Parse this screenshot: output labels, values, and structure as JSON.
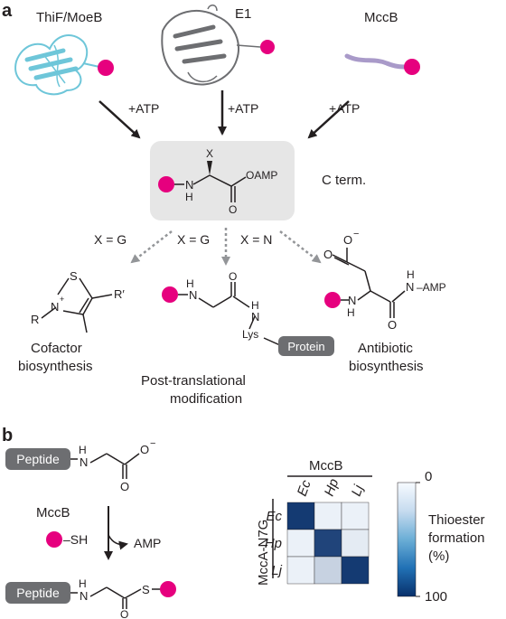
{
  "panel_a": {
    "label": "a",
    "enzyme_left": "ThiF/MoeB",
    "enzyme_center": "E1",
    "enzyme_right": "MccB",
    "atp_left": "+ATP",
    "atp_center": "+ATP",
    "atp_right": "+ATP",
    "intermediate": {
      "x_sub": "X",
      "nh": "N",
      "h": "H",
      "oamp": "OAMP",
      "o": "O",
      "c_term": "C term."
    },
    "branch_left": "X = G",
    "branch_center": "X = G",
    "branch_right": "X = N",
    "cofactor": {
      "s": "S",
      "n": "N",
      "plus": "+",
      "r": "R",
      "rprime": "R′",
      "caption_line1": "Cofactor",
      "caption_line2": "biosynthesis"
    },
    "ptm": {
      "h1": "H",
      "n1": "N",
      "o": "O",
      "h2": "H",
      "n2": "N",
      "lys": "Lys",
      "protein": "Protein",
      "caption_line1": "Post-translational",
      "caption_line2": "modification"
    },
    "antibiotic": {
      "o_top": "O",
      "minus": "−",
      "o_left": "O",
      "h1": "H",
      "n1": "N",
      "h2": "H",
      "n2": "N",
      "amp": "–AMP",
      "o_bottom": "O",
      "caption_line1": "Antibiotic",
      "caption_line2": "biosynthesis"
    }
  },
  "panel_b": {
    "label": "b",
    "peptide_top": "Peptide",
    "nh_top_h": "H",
    "nh_top_n": "N",
    "o_top_minus": "O",
    "minus": "−",
    "o_top_bottom": "O",
    "mccb_label": "MccB",
    "sh": "–SH",
    "amp": "AMP",
    "peptide_bottom": "Peptide",
    "nh_bot_h": "H",
    "nh_bot_n": "N",
    "s_bot": "S",
    "o_bot": "O"
  },
  "heatmap": {
    "column_group_label": "MccB",
    "row_group_label": "MccA-N7G",
    "colorbar_label_line1": "Thioester",
    "colorbar_label_line2": "formation",
    "colorbar_label_line3": "(%)",
    "colorbar_min": "0",
    "colorbar_max": "100",
    "color_low": "#f7fbff",
    "color_high": "#08306b"
  },
  "chart_data": {
    "type": "heatmap",
    "x": [
      "Ec",
      "Hp",
      "Lj"
    ],
    "y": [
      "Ec",
      "Hp",
      "Lj"
    ],
    "xlabel": "MccB",
    "ylabel": "MccA-N7G",
    "zlim": [
      0,
      100
    ],
    "colorbar_label": "Thioester formation (%)",
    "values": [
      [
        95,
        5,
        5
      ],
      [
        5,
        90,
        8
      ],
      [
        5,
        20,
        95
      ]
    ]
  },
  "colors": {
    "magenta": "#e6007e",
    "cyan_protein": "#6ec6d9",
    "grey_protein": "#6d6e71",
    "lilac_peptide": "#a99ac9",
    "box_fill": "#e6e6e6",
    "label_box": "#6d6e71"
  }
}
